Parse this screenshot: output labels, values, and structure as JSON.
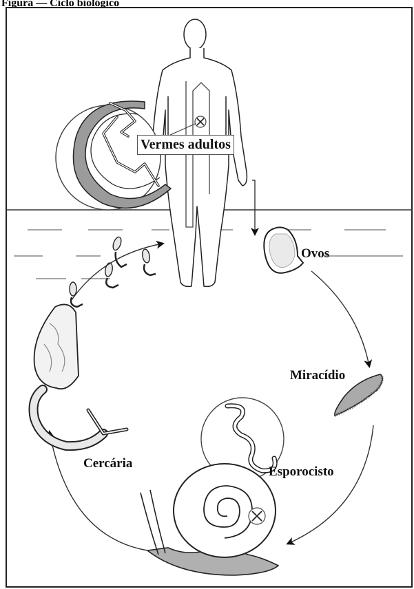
{
  "caption": "Figura — Ciclo biológico",
  "labels": {
    "adult_worms": "Vermes adultos",
    "eggs": "Ovos",
    "miracidium": "Miracídio",
    "sporocyst": "Esporocisto",
    "cercaria": "Cercária"
  },
  "icons": {
    "infection_site_markers": "circled-x-icon"
  },
  "colors": {
    "line": "#222222",
    "fill_gray": "#b8b8b8",
    "dark_gray": "#555555"
  }
}
